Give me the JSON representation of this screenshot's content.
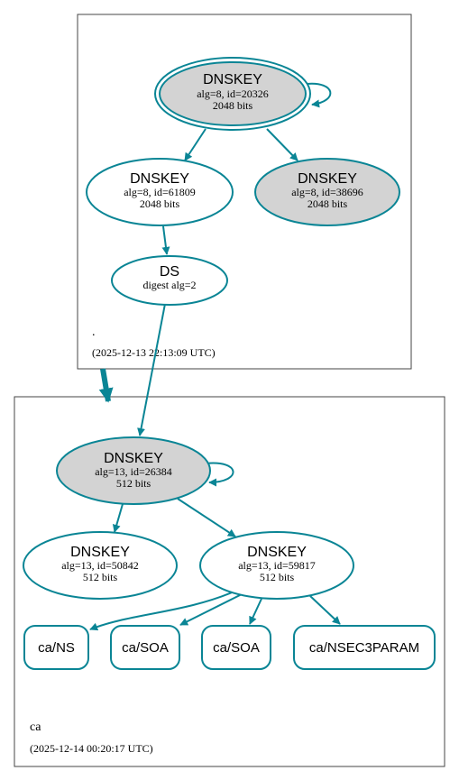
{
  "zones": {
    "root": {
      "name": ".",
      "timestamp": "(2025-12-13 22:13:09 UTC)"
    },
    "ca": {
      "name": "ca",
      "timestamp": "(2025-12-14 00:20:17 UTC)"
    }
  },
  "nodes": {
    "root_ksk": {
      "title": "DNSKEY",
      "line1": "alg=8, id=20326",
      "line2": "2048 bits"
    },
    "root_zsk1": {
      "title": "DNSKEY",
      "line1": "alg=8, id=61809",
      "line2": "2048 bits"
    },
    "root_zsk2": {
      "title": "DNSKEY",
      "line1": "alg=8, id=38696",
      "line2": "2048 bits"
    },
    "root_ds": {
      "title": "DS",
      "line1": "digest alg=2"
    },
    "ca_ksk": {
      "title": "DNSKEY",
      "line1": "alg=13, id=26384",
      "line2": "512 bits"
    },
    "ca_zsk1": {
      "title": "DNSKEY",
      "line1": "alg=13, id=50842",
      "line2": "512 bits"
    },
    "ca_zsk2": {
      "title": "DNSKEY",
      "line1": "alg=13, id=59817",
      "line2": "512 bits"
    }
  },
  "rrsets": [
    {
      "label": "ca/NS"
    },
    {
      "label": "ca/SOA"
    },
    {
      "label": "ca/SOA"
    },
    {
      "label": "ca/NSEC3PARAM"
    }
  ],
  "colors": {
    "edge": "#0a8595",
    "key_fill_signing": "#d3d3d3",
    "node_fill": "#ffffff",
    "cluster_border": "#444444"
  }
}
